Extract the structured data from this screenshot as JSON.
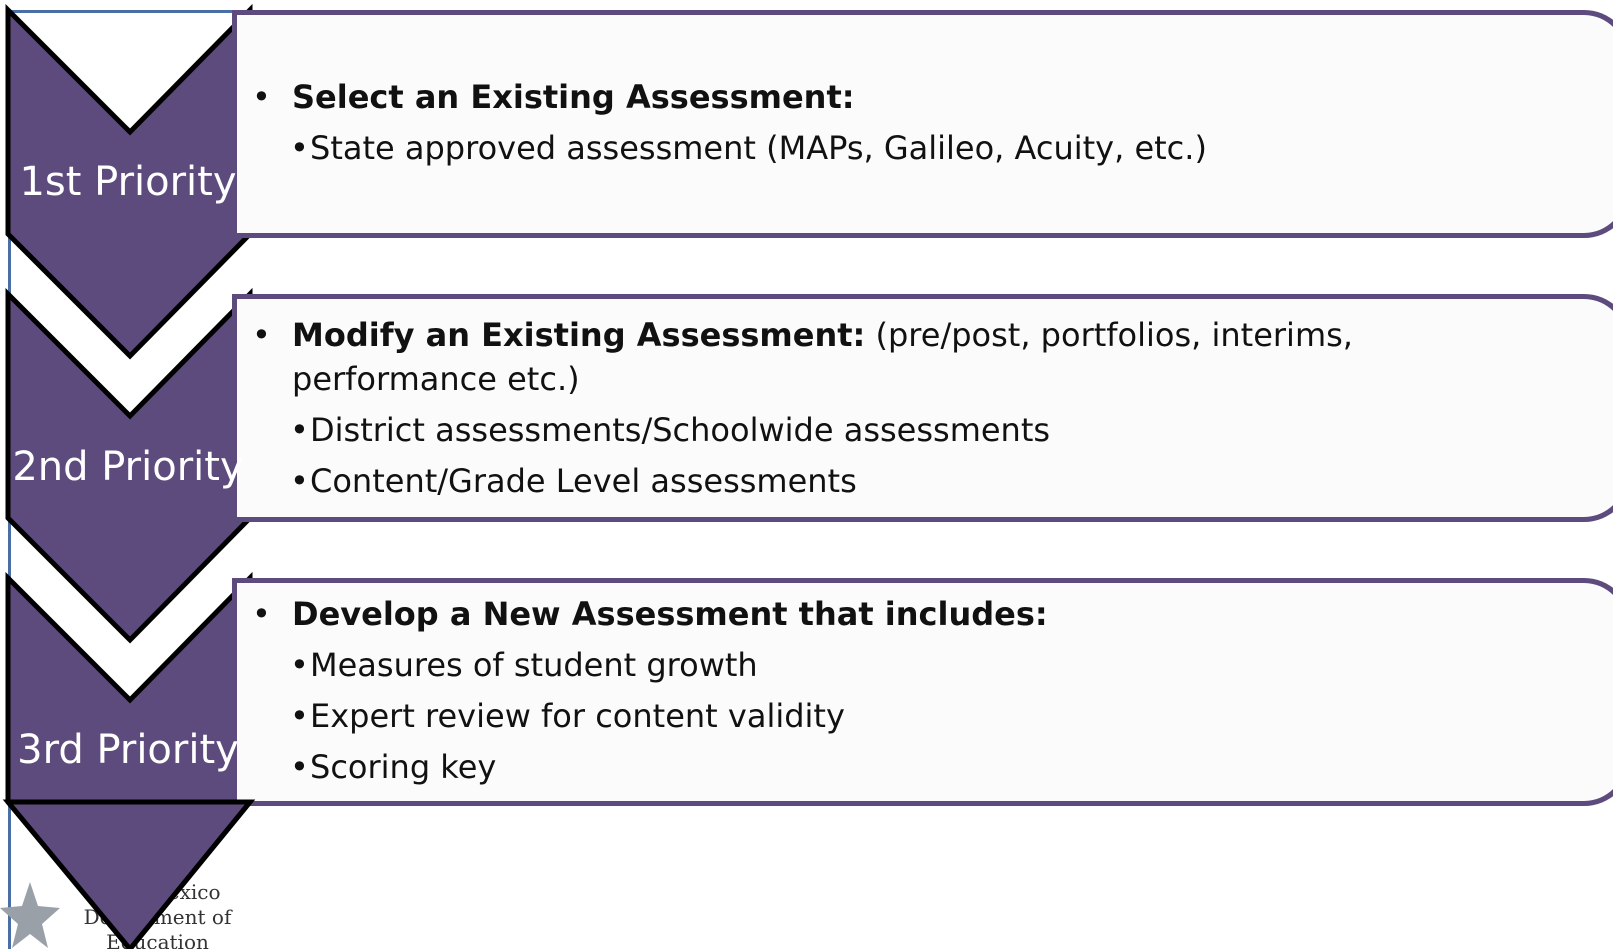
{
  "colors": {
    "chevron_fill": "#5e4b7d",
    "chevron_outline": "#000000",
    "box_border": "#5e4b7d",
    "box_background": "#fbfbfb",
    "frame_line": "#4a6fa5"
  },
  "steps": [
    {
      "label": "1st Priority",
      "heading_bold": "Select an Existing Assessment:",
      "heading_rest": "",
      "items": [
        "State approved assessment (MAPs, Galileo, Acuity, etc.)"
      ]
    },
    {
      "label": "2nd Priority",
      "heading_bold": "Modify an Existing Assessment:",
      "heading_rest": " (pre/post, portfolios, interims, performance etc.)",
      "items": [
        "District assessments/Schoolwide assessments",
        "Content/Grade Level assessments"
      ]
    },
    {
      "label": "3rd Priority",
      "heading_bold": "Develop a New Assessment that includes:",
      "heading_rest": "",
      "items": [
        "Measures of student growth",
        "Expert review for content validity",
        "Scoring key"
      ]
    }
  ],
  "logo": {
    "icon": "star-icon",
    "text": "New Mexico Department of Education"
  }
}
